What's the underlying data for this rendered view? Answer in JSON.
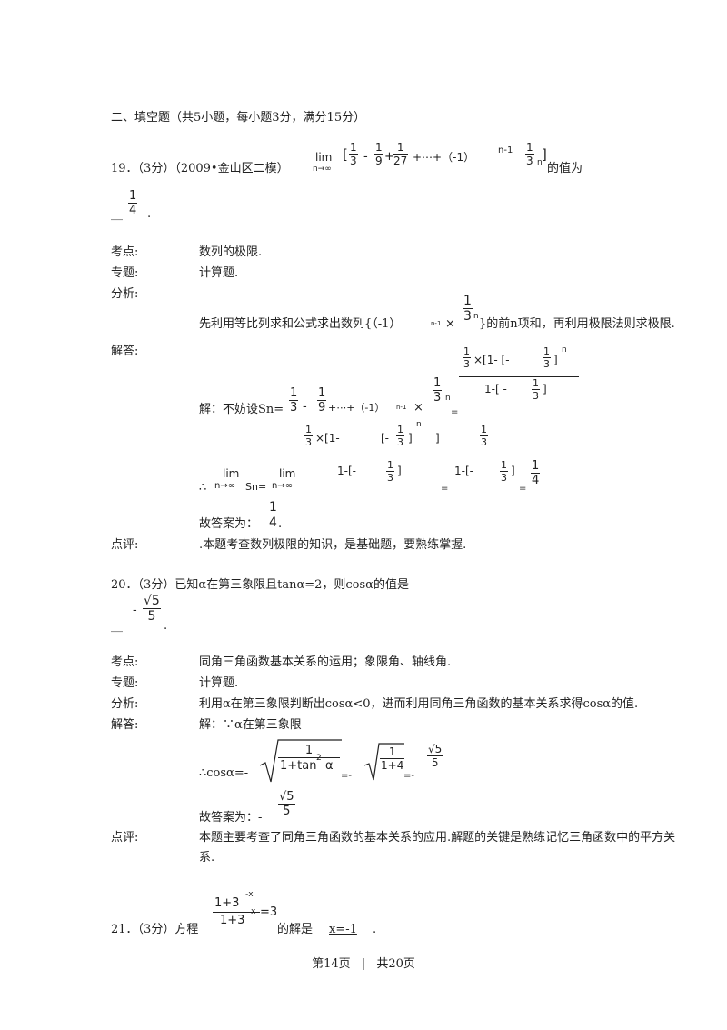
{
  "section_title": "二、填空题（共5小题，每小题3分，满分15分）",
  "labels": {
    "kaodian": "考点:",
    "zhuanti": "专题:",
    "fenxi": "分析:",
    "jieda": "解答:",
    "dianping": "点评:"
  },
  "q19": {
    "prefix": "19．（3分）（2009•金山区二模）",
    "lim": "lim",
    "lim_sub": "n→∞",
    "expr_open": "[",
    "f1": {
      "n": "1",
      "d": "3"
    },
    "minus": "-",
    "f2": {
      "n": "1",
      "d": "9"
    },
    "plus": "+",
    "f3": {
      "n": "1",
      "d": "27"
    },
    "mid": "+⋯+（-1）",
    "power": "n-1",
    "f4": {
      "n": "1",
      "d": "3"
    },
    "f4_exp": "n",
    "expr_close": "]",
    "suffix": "的值为",
    "answer_frac": {
      "n": "1",
      "d": "4"
    },
    "blank": "__",
    "period": ".",
    "kaodian": "数列的极限.",
    "zhuanti": "计算题.",
    "fenxi_a": "先利用等比列求和公式求出数列{（-1）",
    "fenxi_exp": "n-1",
    "fenxi_times": "×",
    "fenxi_frac": {
      "n": "1",
      "d": "3"
    },
    "fenxi_frac_exp": "n",
    "fenxi_b": "}的前n项和，再利用极限法则求极限.",
    "sol_prefix": "解：不妨设Sn=",
    "sol_f1": {
      "n": "1",
      "d": "3"
    },
    "sol_minus": "-",
    "sol_f2": {
      "n": "1",
      "d": "9"
    },
    "sol_mid": "+⋯+（-1）",
    "sol_exp": "n-1",
    "sol_times": "×",
    "sol_f3": {
      "n": "1",
      "d": "3"
    },
    "sol_f3_exp": "n",
    "sol_eq": "=",
    "big_num": "×[1-  [-",
    "big_num_end": "]",
    "big_den": "1-[ -",
    "big_den_end": "]",
    "therefore": "∴",
    "lim_sn": "Sn=",
    "second_eq": "=",
    "third_eq": "=",
    "final": {
      "n": "1",
      "d": "4"
    },
    "gudaan": "故答案为：",
    "gudaan_period": ".",
    "dianping": ".本题考查数列极限的知识，是基础题，要熟练掌握."
  },
  "q20": {
    "prefix": "20．（3分）已知α在第三象限且tanα=2，则cosα的值是",
    "answer_neg": "-",
    "answer_num": "√5",
    "answer_den": "5",
    "blank": "__",
    "period": ".",
    "kaodian": "同角三角函数基本关系的运用；象限角、轴线角.",
    "zhuanti": "计算题.",
    "fenxi": "利用α在第三象限判断出cosα<0，进而利用同角三角函数的基本关系求得cosα的值.",
    "jieda": "解：∵α在第三象限",
    "cos_prefix": "∴cosα=-",
    "sqrt1_num": "1",
    "sqrt1_den": "1+tan",
    "sqrt1_exp": "2",
    "sqrt1_alpha": "α",
    "eq_minus": "=-",
    "sqrt2_num": "1",
    "sqrt2_den": "1+4",
    "eq_minus2": "=-",
    "res_num": "√5",
    "res_den": "5",
    "gudaan": "故答案为：-",
    "dianping_1": "本题主要考查了同角三角函数的基本关系的应用.解题的关键是熟练记忆三角函数中的平方关",
    "dianping_2": "系."
  },
  "q21": {
    "prefix": "21．（3分）方程",
    "num": "1+3",
    "num_exp": "-x",
    "den": "1+3",
    "den_exp": "x",
    "eq": "=3",
    "suffix": "的解是",
    "answer": "x=-1",
    "period": "."
  },
  "footer": {
    "page": "第14页",
    "sep": "|",
    "total": "共20页"
  }
}
